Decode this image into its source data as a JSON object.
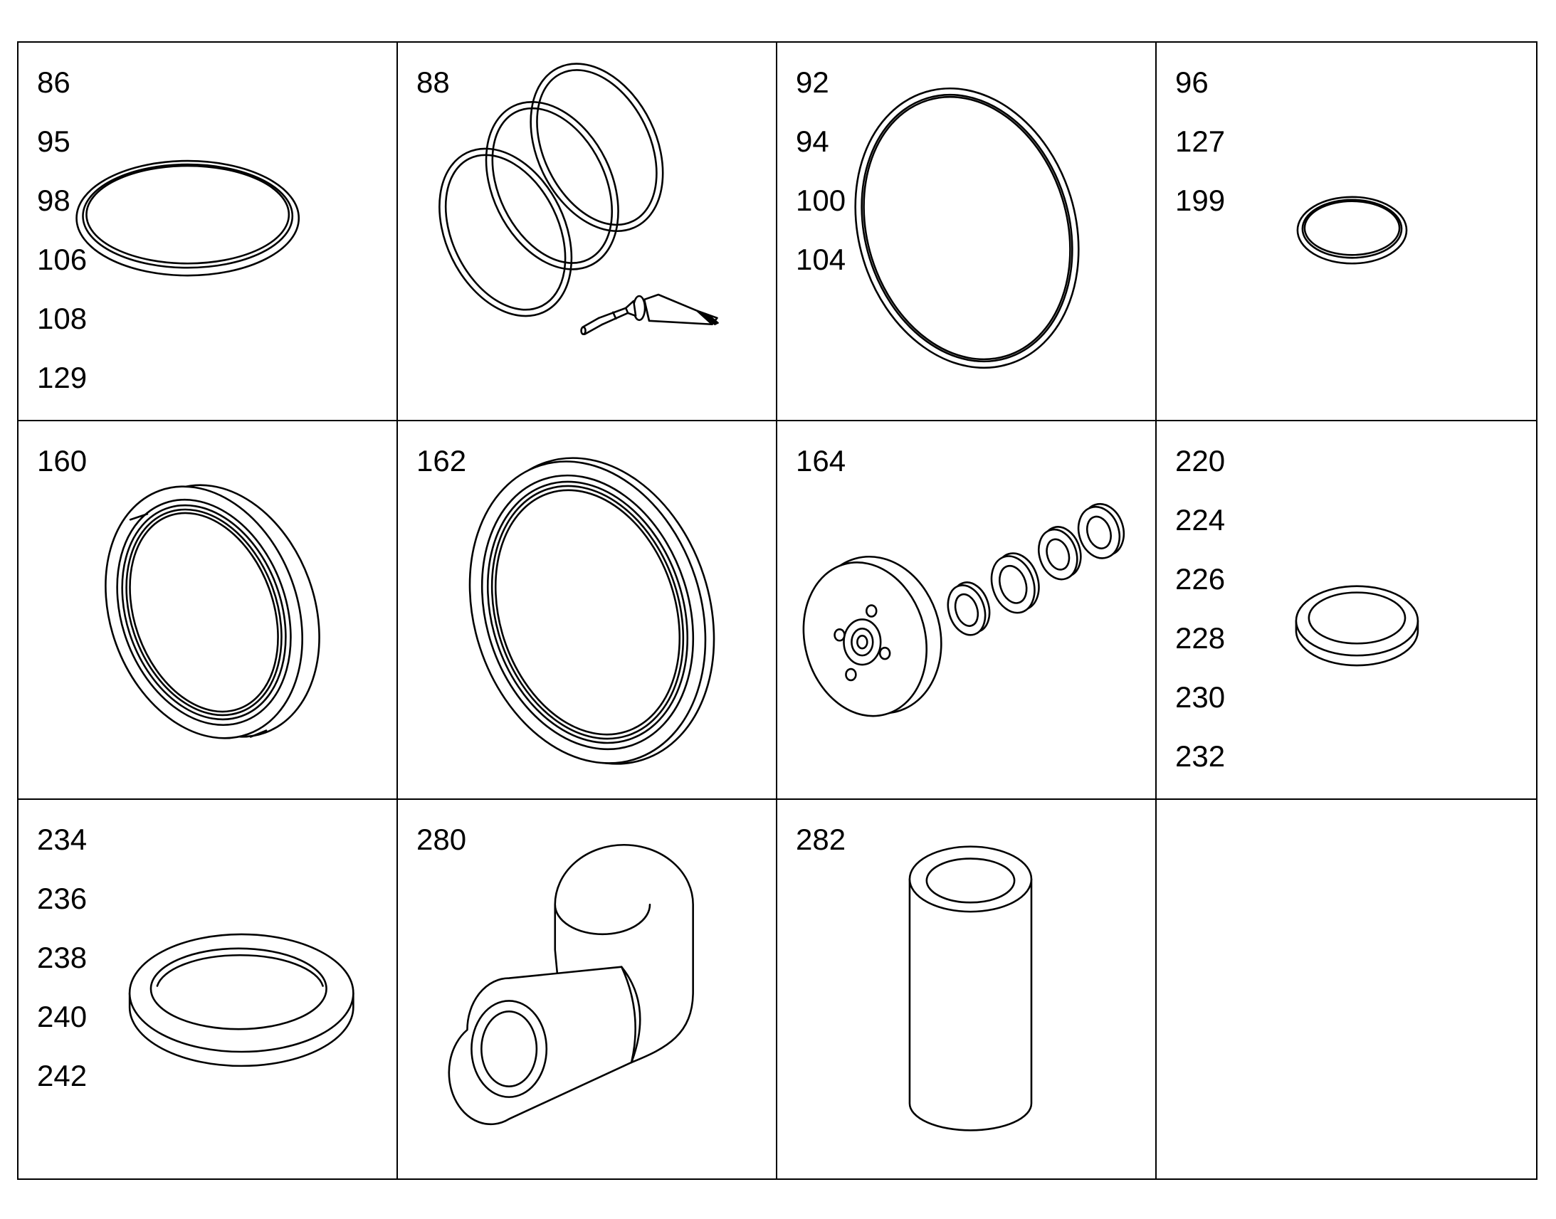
{
  "cells": [
    {
      "labels": [
        "86",
        "95",
        "98",
        "106",
        "108",
        "129"
      ],
      "part": "o-ring-icon"
    },
    {
      "labels": [
        "88"
      ],
      "part": "o-ring-set-with-lubricant-tube-icon"
    },
    {
      "labels": [
        "92",
        "94",
        "100",
        "104"
      ],
      "part": "large-o-ring-icon"
    },
    {
      "labels": [
        "96",
        "127",
        "199"
      ],
      "part": "small-o-ring-icon"
    },
    {
      "labels": [
        "160"
      ],
      "part": "lip-seal-icon"
    },
    {
      "labels": [
        "162"
      ],
      "part": "large-lip-seal-icon"
    },
    {
      "labels": [
        "164"
      ],
      "part": "impeller-with-washers-icon"
    },
    {
      "labels": [
        "220",
        "224",
        "226",
        "228",
        "230",
        "232"
      ],
      "part": "flat-gasket-icon"
    },
    {
      "labels": [
        "234",
        "236",
        "238",
        "240",
        "242"
      ],
      "part": "thick-gasket-icon"
    },
    {
      "labels": [
        "280"
      ],
      "part": "elbow-hose-icon"
    },
    {
      "labels": [
        "282"
      ],
      "part": "straight-sleeve-icon"
    },
    {
      "labels": [],
      "part": ""
    }
  ]
}
